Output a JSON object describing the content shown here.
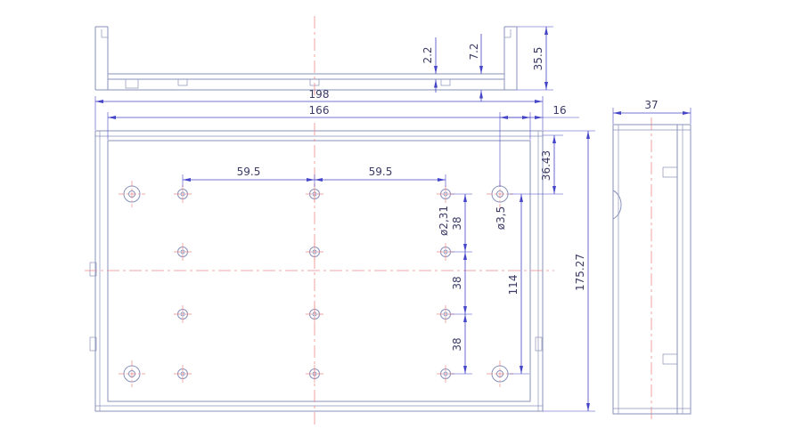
{
  "drawing": {
    "dimensions": {
      "top": {
        "lip": "2.2",
        "base": "7.2",
        "height": "35.5"
      },
      "front": {
        "outer_width": "198",
        "inner_width": "166",
        "margin": "16",
        "top_offset": "36.43",
        "height": "175.27",
        "span": "114",
        "pitch_a": "59.5",
        "pitch_b": "59.5",
        "gap_a": "38",
        "gap_b": "38",
        "gap_c": "38",
        "small_dia": "ø2,31",
        "large_dia": "ø3,5"
      },
      "side": {
        "depth": "37"
      }
    },
    "colors": {
      "outline": "#8a92ba",
      "dimension": "#4545c8",
      "dimension_text": "#3b3b66",
      "centerline": "#ee8a8a",
      "background": "#ffffff"
    }
  }
}
